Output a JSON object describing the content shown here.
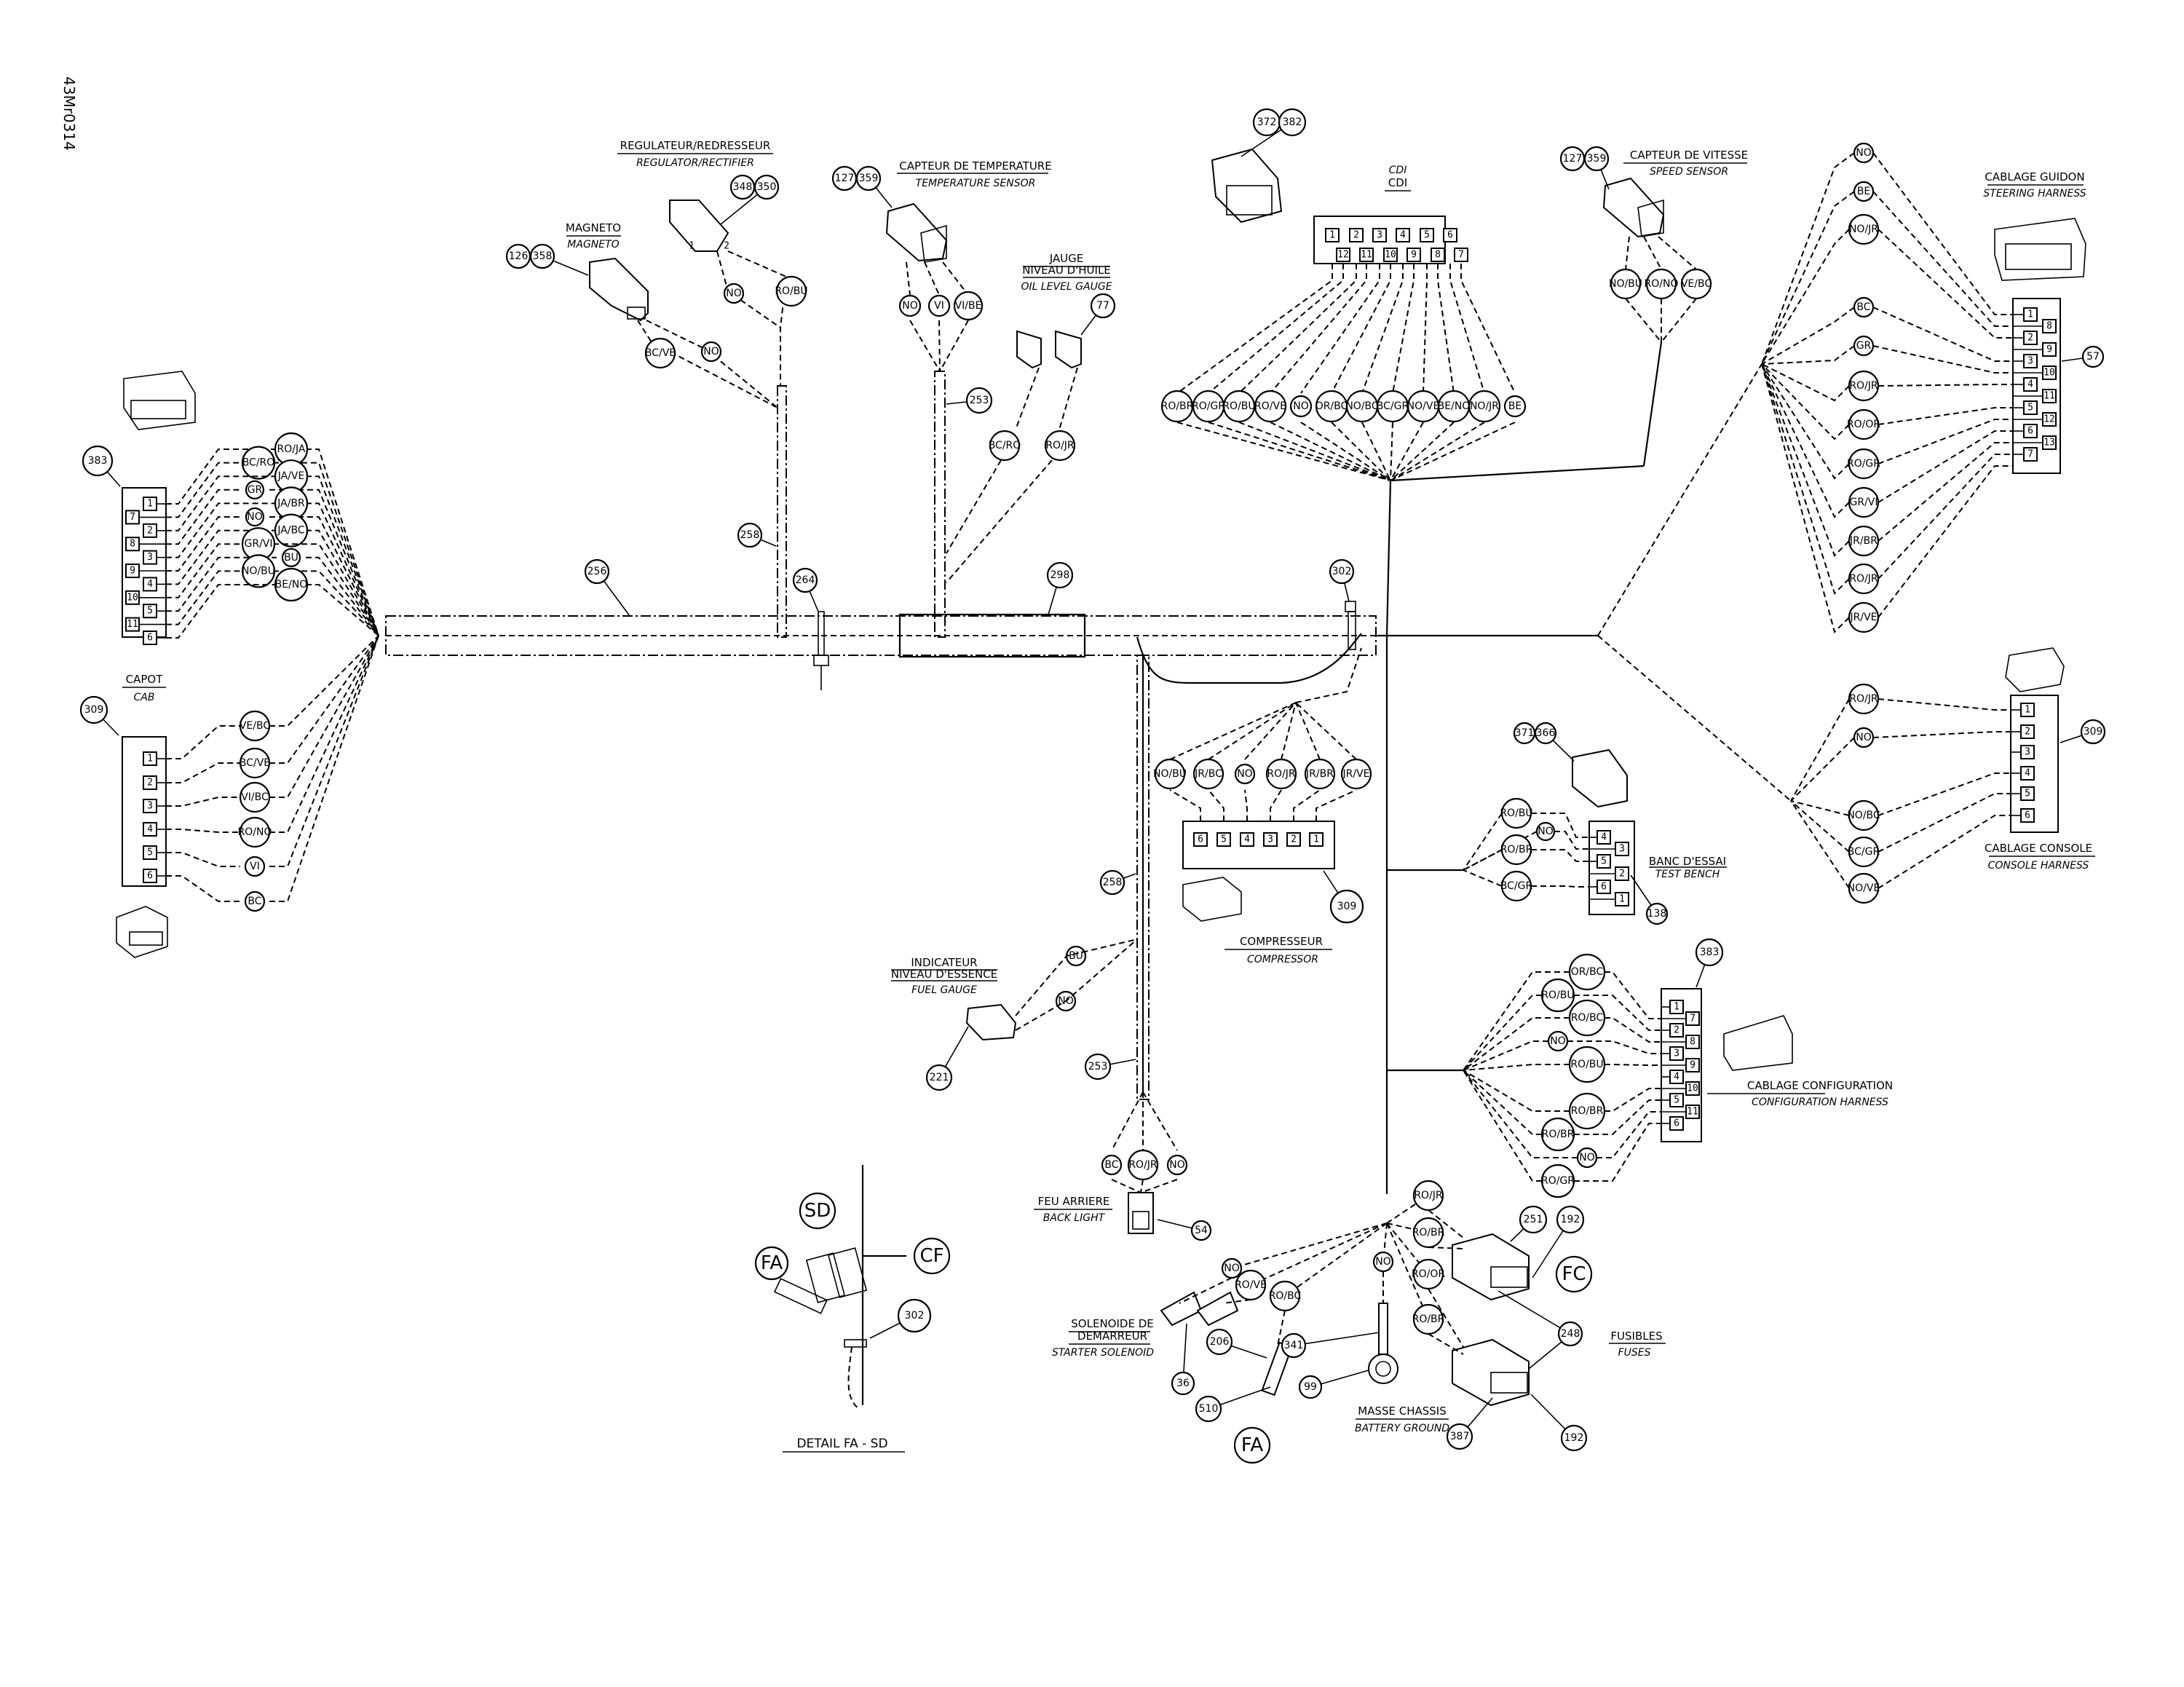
{
  "document_id": "43Mr0314",
  "harness": {
    "trunk_callouts": [
      "256",
      "264",
      "298",
      "302"
    ],
    "branch_callouts": {
      "conduit_258_top": "258",
      "conduit_253_top": "253",
      "conduit_258_mid": "258",
      "conduit_253_low": "253"
    }
  },
  "components": {
    "cab": {
      "title_fr": "CAPOT",
      "title_en": "CAB",
      "conn_a": {
        "callout": "383",
        "pins_inner": [
          "1",
          "2",
          "3",
          "4",
          "5",
          "6"
        ],
        "pins_outer": [
          "7",
          "8",
          "9",
          "10",
          "11"
        ],
        "wires": [
          "RO/JA",
          "BC/RO",
          "JA/VE",
          "GR",
          "JA/BR",
          "NO",
          "JA/BC",
          "GR/VI",
          "BU",
          "NO/BU",
          "BE/NO"
        ]
      },
      "conn_b": {
        "callout": "309",
        "pins": [
          "1",
          "2",
          "3",
          "4",
          "5",
          "6"
        ],
        "wires": [
          "VE/BC",
          "BC/VE",
          "VI/BC",
          "RO/NO",
          "VI",
          "BC"
        ]
      }
    },
    "magneto": {
      "title_fr": "MAGNETO",
      "title_en": "MAGNETO",
      "callouts": [
        "126",
        "358"
      ],
      "wires": [
        "BC/VE",
        "NO"
      ]
    },
    "regulator": {
      "title_fr": "REGULATEUR/REDRESSEUR",
      "title_en": "REGULATOR/RECTIFIER",
      "callouts": [
        "348",
        "350"
      ],
      "pin_labels": [
        "1",
        "2"
      ],
      "wires": [
        "NO",
        "RO/BU"
      ]
    },
    "temp_sensor": {
      "title_fr": "CAPTEUR DE TEMPERATURE",
      "title_en": "TEMPERATURE SENSOR",
      "callouts": [
        "127",
        "359"
      ],
      "wires": [
        "NO",
        "VI",
        "VI/BE"
      ]
    },
    "oil_gauge": {
      "title_fr_1": "JAUGE",
      "title_fr_2": "NIVEAU D'HUILE",
      "title_en": "OIL LEVEL GAUGE",
      "callout": "77",
      "wires": [
        "BC/RO",
        "RO/JR"
      ]
    },
    "cdi": {
      "title_fr": "CDI",
      "title_en": "CDI",
      "callouts": [
        "372",
        "382"
      ],
      "pins_top": [
        "1",
        "2",
        "3",
        "4",
        "5",
        "6"
      ],
      "pins_bottom": [
        "12",
        "11",
        "10",
        "9",
        "8",
        "7"
      ],
      "wires": [
        "RO/BR",
        "RO/GR",
        "RO/BU",
        "RO/VE",
        "NO",
        "OR/BC",
        "NO/BC",
        "BC/GR",
        "NO/VE",
        "BE/NO",
        "NO/JR",
        "BE"
      ]
    },
    "speed_sensor": {
      "title_fr": "CAPTEUR DE VITESSE",
      "title_en": "SPEED SENSOR",
      "callouts": [
        "127",
        "359"
      ],
      "wires": [
        "NO/BU",
        "RO/NO",
        "VE/BC"
      ]
    },
    "steering": {
      "title_fr": "CABLAGE GUIDON",
      "title_en": "STEERING HARNESS",
      "callout": "57",
      "pins_inner": [
        "1",
        "2",
        "3",
        "4",
        "5",
        "6",
        "7"
      ],
      "pins_outer": [
        "8",
        "9",
        "10",
        "11",
        "12",
        "13"
      ],
      "wires": [
        "NO",
        "BE",
        "NO/JR",
        "BC",
        "GR",
        "RO/JR",
        "RO/OR",
        "RO/GR",
        "GR/VI",
        "JR/BR",
        "RO/JR",
        "JR/VE"
      ]
    },
    "console": {
      "title_fr": "CABLAGE CONSOLE",
      "title_en": "CONSOLE HARNESS",
      "callout": "309",
      "pins": [
        "1",
        "2",
        "3",
        "4",
        "5",
        "6"
      ],
      "wires": [
        "RO/JR",
        "NO",
        "NO/BC",
        "BC/GR",
        "NO/VE"
      ]
    },
    "test_bench": {
      "title_fr": "BANC D'ESSAI",
      "title_en": "TEST BENCH",
      "callouts": [
        "371",
        "366"
      ],
      "pin_callout": "138",
      "pins": [
        "4",
        "3",
        "5",
        "2",
        "6",
        "1"
      ],
      "wires": [
        "RO/BU",
        "NO",
        "RO/BR",
        "BC/GR"
      ]
    },
    "compressor": {
      "title_fr": "COMPRESSEUR",
      "title_en": "COMPRESSOR",
      "callout": "309",
      "pins": [
        "6",
        "5",
        "4",
        "3",
        "2",
        "1"
      ],
      "wires": [
        "NO/BU",
        "JR/BC",
        "NO",
        "RO/JR",
        "JR/BR",
        "JR/VE"
      ]
    },
    "config": {
      "title_fr": "CABLAGE CONFIGURATION",
      "title_en": "CONFIGURATION HARNESS",
      "callout": "383",
      "pins_inner": [
        "1",
        "2",
        "3",
        "4",
        "5",
        "6"
      ],
      "pins_outer": [
        "7",
        "8",
        "9",
        "10",
        "11"
      ],
      "wires": [
        "OR/BC",
        "RO/BU",
        "RO/BC",
        "NO",
        "RO/BU",
        "RO/BR",
        "RO/BR",
        "NO",
        "RO/GR"
      ]
    },
    "fuel_gauge": {
      "title_fr_1": "INDICATEUR",
      "title_fr_2": "NIVEAU D'ESSENCE",
      "title_en": "FUEL GAUGE",
      "callout": "221",
      "wires": [
        "BU",
        "NO"
      ]
    },
    "back_light": {
      "title_fr": "FEU ARRIERE",
      "title_en": "BACK LIGHT",
      "callout": "54",
      "wires": [
        "BC",
        "RO/JR",
        "NO"
      ]
    },
    "starter_solenoid": {
      "title_fr_1": "SOLENOIDE DE",
      "title_fr_2": "DEMARREUR",
      "title_en": "STARTER SOLENOID",
      "callout": "36",
      "callout_b": "206",
      "callout_c": "510",
      "wires": [
        "NO",
        "RO/VE",
        "RO/BC"
      ],
      "ref": "FA"
    },
    "battery_ground": {
      "title_fr": "MASSE CHASSIS",
      "title_en": "BATTERY GROUND",
      "callouts": [
        "341",
        "99"
      ],
      "wire": "NO"
    },
    "fuses": {
      "title_fr": "FUSIBLES",
      "title_en": "FUSES",
      "callouts": [
        "251",
        "192",
        "248",
        "387",
        "192"
      ],
      "ref": "FC",
      "wires": [
        "RO/JR",
        "RO/BR",
        "RO/OR",
        "RO/BR"
      ]
    },
    "detail": {
      "title": "DETAIL FA - SD",
      "refs": [
        "SD",
        "FA",
        "CF"
      ],
      "callout": "302"
    }
  }
}
